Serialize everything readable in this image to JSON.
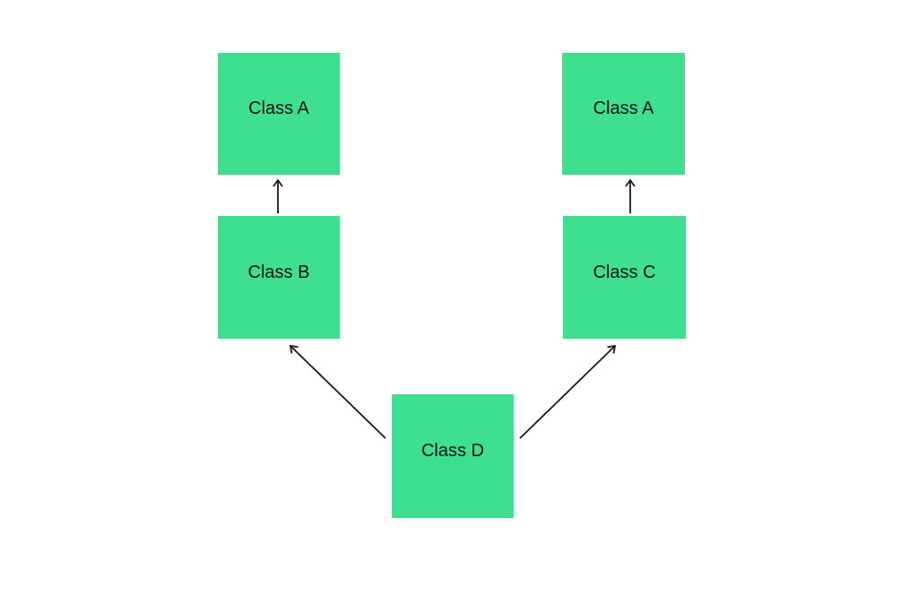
{
  "diagram": {
    "type": "class-inheritance-diagram",
    "nodes": [
      {
        "id": "class-a-left",
        "label": "Class A"
      },
      {
        "id": "class-a-right",
        "label": "Class A"
      },
      {
        "id": "class-b",
        "label": "Class B"
      },
      {
        "id": "class-c",
        "label": "Class C"
      },
      {
        "id": "class-d",
        "label": "Class D"
      }
    ],
    "edges": [
      {
        "from": "class-b",
        "to": "class-a-left",
        "style": "arrow"
      },
      {
        "from": "class-c",
        "to": "class-a-right",
        "style": "arrow"
      },
      {
        "from": "class-d",
        "to": "class-b",
        "style": "arrow"
      },
      {
        "from": "class-d",
        "to": "class-c",
        "style": "arrow"
      }
    ],
    "colors": {
      "node_fill": "#3ee08f",
      "label_text": "#111111",
      "arrow": "#1a1a1a",
      "background": "#ffffff"
    }
  }
}
